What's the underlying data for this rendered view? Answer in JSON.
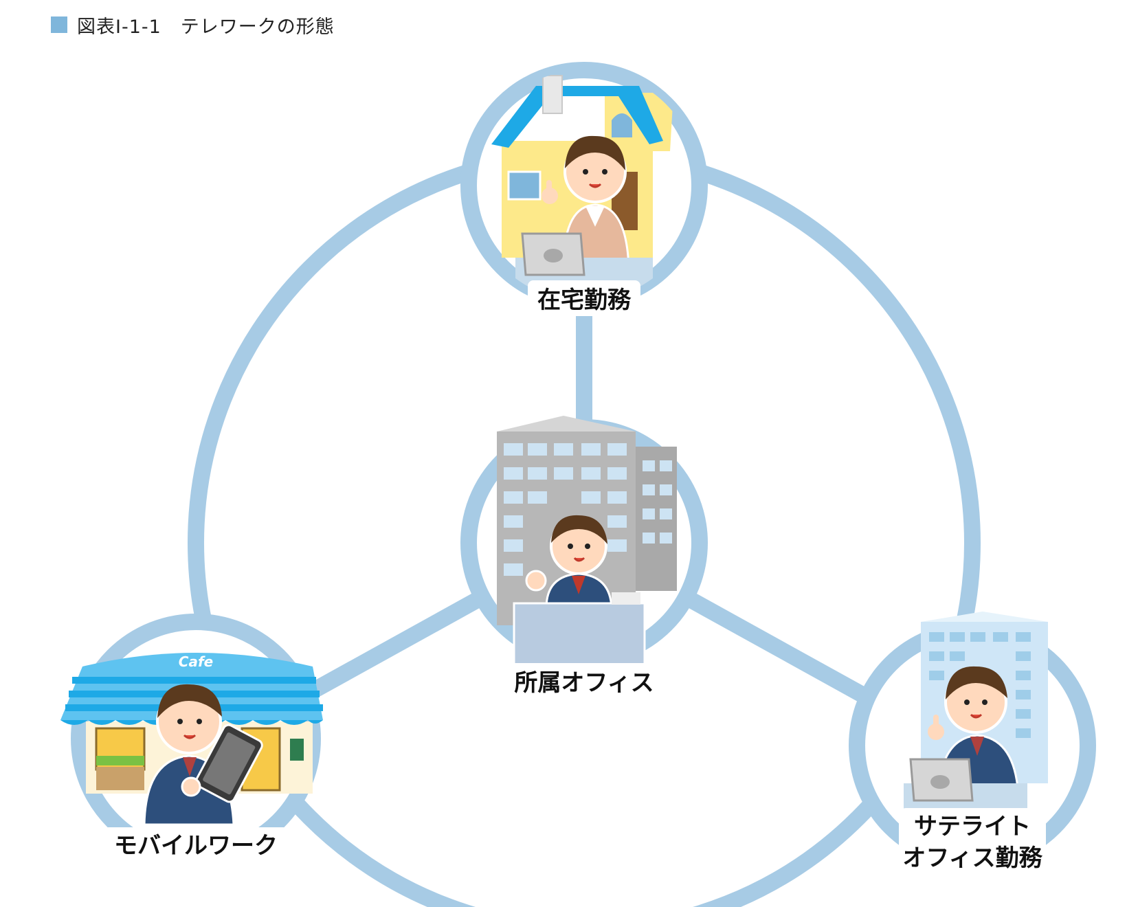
{
  "figure": {
    "label": "図表Ⅰ-1-1　テレワークの形態"
  },
  "nodes": {
    "home": {
      "label": "在宅勤務",
      "icon": "house-worker-icon"
    },
    "office": {
      "label": "所属オフィス",
      "icon": "office-building-worker-icon"
    },
    "mobile": {
      "label": "モバイルワーク",
      "icon": "cafe-tablet-worker-icon"
    },
    "satellite": {
      "label_line1": "サテライト",
      "label_line2": "オフィス勤務",
      "icon": "satellite-office-worker-icon"
    }
  },
  "cafe_sign": "Cafe",
  "colors": {
    "ring": "#a7cbe5",
    "accent_square": "#7fb6db",
    "roof": "#1ea9e6",
    "wall_yellow": "#fde98a"
  }
}
